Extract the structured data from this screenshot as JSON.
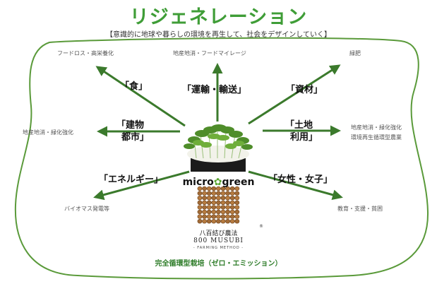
{
  "title": "リジェネレーション",
  "subtitle": "【意識的に地球や暮らしの環境を再生して、社会をデザインしていく】",
  "center_brand": {
    "left": "micro",
    "right": "green",
    "mark": "✿"
  },
  "hub_logo": {
    "japanese": "八百結び農法",
    "english": "800 MUSUBI",
    "sub": "- FARMING METHOD -",
    "registered": "®"
  },
  "bottom_caption": "完全循環型栽培（ゼロ・エミッション）",
  "branches": {
    "food": {
      "label": "「食」",
      "outcome": "フードロス・高栄養化"
    },
    "transport": {
      "label": "「運輸・輸送」",
      "outcome": "地産地消・フードマイレージ"
    },
    "resource": {
      "label": "「資材」",
      "outcome": "緑肥"
    },
    "building": {
      "label_line1": "「建物",
      "label_line2": "都市」",
      "outcome": "地産地消・緑化強化"
    },
    "land": {
      "label_line1": "「土地",
      "label_line2": "利用」",
      "outcome_line1": "地産地消・緑化強化",
      "outcome_line2": "環境再生循環型農業"
    },
    "energy": {
      "label": "「エネルギー」",
      "outcome": "バイオマス発電等"
    },
    "gender": {
      "label": "「女性・女子」",
      "outcome": "教育・支援・貧困"
    }
  },
  "colors": {
    "title": "#3f9d37",
    "arrow": "#3b7a2c",
    "frame": "#5a9a3a",
    "caption": "#2f7d2a",
    "brand_mark": "#5aa532"
  }
}
